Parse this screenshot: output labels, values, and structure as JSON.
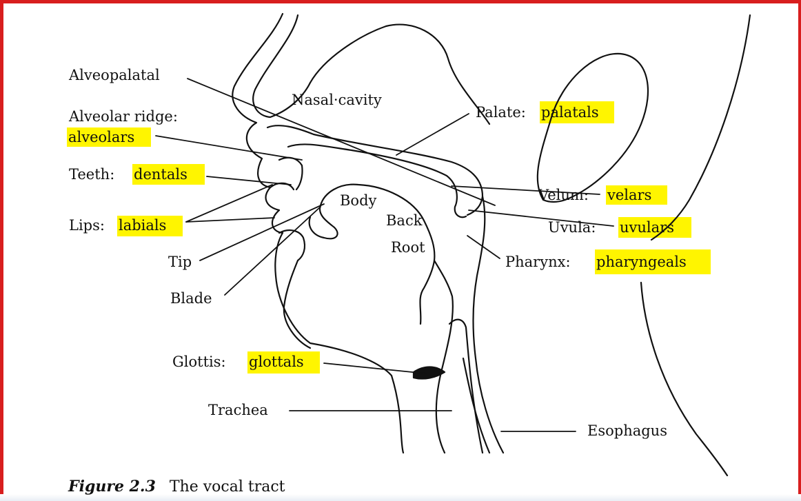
{
  "labels": {
    "alveopalatal": "Alveopalatal",
    "alveolar_ridge": "Alveolar ridge:",
    "alveolars": "alveolars",
    "teeth": "Teeth:",
    "dentals": "dentals",
    "lips": "Lips:",
    "labials": "labials",
    "tip": "Tip",
    "blade": "Blade",
    "nasal_cavity": "Nasal·cavity",
    "palate": "Palate:",
    "palatals": "palatals",
    "body": "Body",
    "back": "Back",
    "root": "Root",
    "velum": "Velum:",
    "velars": "velars",
    "uvula": "Uvula:",
    "uvulars": "uvulars",
    "pharynx": "Pharynx:",
    "pharyngeals": "pharyngeals",
    "glottis": "Glottis:",
    "glottals": "glottals",
    "trachea": "Trachea",
    "esophagus": "Esophagus"
  },
  "caption": {
    "figure_number": "Figure 2.3",
    "title": "The vocal tract"
  },
  "colors": {
    "frame": "#d81e1e",
    "highlight": "#fff500"
  }
}
